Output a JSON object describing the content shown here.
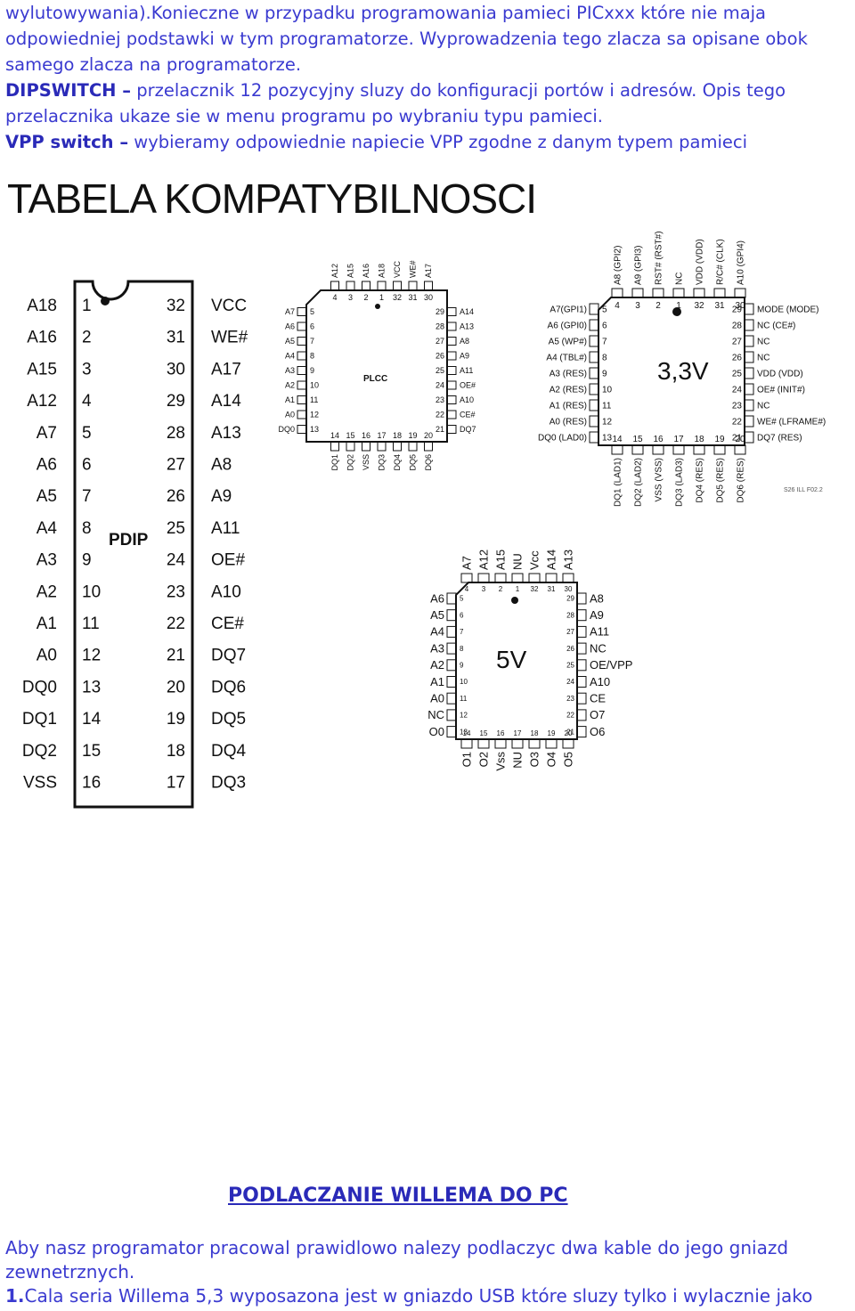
{
  "intro": {
    "line1": "wylutowywania).Konieczne w przypadku programowania pamieci PICxxx które nie maja odpowiedniej podstawki w tym programatorze. Wyprowadzenia tego zlacza sa opisane obok samego zlacza na programatorze.",
    "dipswitch_term": "DIPSWITCH –",
    "dipswitch_text": " przelacznik 12 pozycyjny sluzy do konfiguracji portów i adresów. Opis tego przelacznika ukaze sie w menu programu po wybraniu typu pamieci.",
    "vpp_term": "VPP switch –",
    "vpp_text": " wybieramy odpowiednie napiecie VPP zgodne z danym typem pamieci"
  },
  "table_title": "TABELA KOMPATYBILNOSCI",
  "pdip": {
    "label": "PDIP",
    "left_pins": [
      {
        "sig": "A18",
        "num": "1"
      },
      {
        "sig": "A16",
        "num": "2"
      },
      {
        "sig": "A15",
        "num": "3"
      },
      {
        "sig": "A12",
        "num": "4"
      },
      {
        "sig": "A7",
        "num": "5"
      },
      {
        "sig": "A6",
        "num": "6"
      },
      {
        "sig": "A5",
        "num": "7"
      },
      {
        "sig": "A4",
        "num": "8"
      },
      {
        "sig": "A3",
        "num": "9"
      },
      {
        "sig": "A2",
        "num": "10"
      },
      {
        "sig": "A1",
        "num": "11"
      },
      {
        "sig": "A0",
        "num": "12"
      },
      {
        "sig": "DQ0",
        "num": "13"
      },
      {
        "sig": "DQ1",
        "num": "14"
      },
      {
        "sig": "DQ2",
        "num": "15"
      },
      {
        "sig": "VSS",
        "num": "16"
      }
    ],
    "right_pins": [
      {
        "sig": "VCC",
        "num": "32"
      },
      {
        "sig": "WE#",
        "num": "31"
      },
      {
        "sig": "A17",
        "num": "30"
      },
      {
        "sig": "A14",
        "num": "29"
      },
      {
        "sig": "A13",
        "num": "28"
      },
      {
        "sig": "A8",
        "num": "27"
      },
      {
        "sig": "A9",
        "num": "26"
      },
      {
        "sig": "A11",
        "num": "25"
      },
      {
        "sig": "OE#",
        "num": "24"
      },
      {
        "sig": "A10",
        "num": "23"
      },
      {
        "sig": "CE#",
        "num": "22"
      },
      {
        "sig": "DQ7",
        "num": "21"
      },
      {
        "sig": "DQ6",
        "num": "20"
      },
      {
        "sig": "DQ5",
        "num": "19"
      },
      {
        "sig": "DQ4",
        "num": "18"
      },
      {
        "sig": "DQ3",
        "num": "17"
      }
    ]
  },
  "plcc": {
    "label": "PLCC",
    "top_sigs": [
      "A12",
      "A15",
      "A16",
      "A18",
      "VCC",
      "WE#",
      "A17"
    ],
    "top_nums": [
      "4",
      "3",
      "2",
      "1",
      "32",
      "31",
      "30"
    ],
    "left_sigs": [
      "A7",
      "A6",
      "A5",
      "A4",
      "A3",
      "A2",
      "A1",
      "A0",
      "DQ0"
    ],
    "left_nums": [
      "5",
      "6",
      "7",
      "8",
      "9",
      "10",
      "11",
      "12",
      "13"
    ],
    "right_nums": [
      "29",
      "28",
      "27",
      "26",
      "25",
      "24",
      "23",
      "22",
      "21"
    ],
    "right_sigs": [
      "A14",
      "A13",
      "A8",
      "A9",
      "A11",
      "OE#",
      "A10",
      "CE#",
      "DQ7"
    ],
    "bottom_nums": [
      "14",
      "15",
      "16",
      "17",
      "18",
      "19",
      "20"
    ],
    "bottom_sigs": [
      "DQ1",
      "DQ2",
      "VSS",
      "DQ3",
      "DQ4",
      "DQ5",
      "DQ6"
    ]
  },
  "lpc": {
    "voltage": "3,3V",
    "top_sigs": [
      "A8 (GPI2)",
      "A9 (GPI3)",
      "RST# (RST#)",
      "NC",
      "VDD (VDD)",
      "R/C# (CLK)",
      "A10 (GPI4)"
    ],
    "top_nums": [
      "4",
      "3",
      "2",
      "1",
      "32",
      "31",
      "30"
    ],
    "left_sigs": [
      "A7(GPI1)",
      "A6 (GPI0)",
      "A5 (WP#)",
      "A4 (TBL#)",
      "A3 (RES)",
      "A2 (RES)",
      "A1 (RES)",
      "A0 (RES)",
      "DQ0 (LAD0)"
    ],
    "left_nums": [
      "5",
      "6",
      "7",
      "8",
      "9",
      "10",
      "11",
      "12",
      "13"
    ],
    "right_nums": [
      "29",
      "28",
      "27",
      "26",
      "25",
      "24",
      "23",
      "22",
      "21"
    ],
    "right_sigs": [
      "MODE (MODE)",
      "NC (CE#)",
      "NC",
      "NC",
      "VDD (VDD)",
      "OE# (INIT#)",
      "NC",
      "WE# (LFRAME#)",
      "DQ7 (RES)"
    ],
    "bottom_nums": [
      "14",
      "15",
      "16",
      "17",
      "18",
      "19",
      "20"
    ],
    "bottom_sigs": [
      "DQ1 (LAD1)",
      "DQ2 (LAD2)",
      "VSS (VSS)",
      "DQ3 (LAD3)",
      "DQ4 (RES)",
      "DQ5 (RES)",
      "DQ6 (RES)"
    ],
    "ref": "S26 ILL F02.2"
  },
  "plcc5v": {
    "voltage": "5V",
    "top_sigs": [
      "A7",
      "A12",
      "A15",
      "NU",
      "Vcc",
      "A14",
      "A13"
    ],
    "top_nums": [
      "4",
      "3",
      "2",
      "1",
      "32",
      "31",
      "30"
    ],
    "left_sigs": [
      "A6",
      "A5",
      "A4",
      "A3",
      "A2",
      "A1",
      "A0",
      "NC",
      "O0"
    ],
    "left_nums": [
      "5",
      "6",
      "7",
      "8",
      "9",
      "10",
      "11",
      "12",
      "13"
    ],
    "right_nums": [
      "29",
      "28",
      "27",
      "26",
      "25",
      "24",
      "23",
      "22",
      "21"
    ],
    "right_sigs": [
      "A8",
      "A9",
      "A11",
      "NC",
      "OE/VPP",
      "A10",
      "CE",
      "O7",
      "O6"
    ],
    "bottom_nums": [
      "14",
      "15",
      "16",
      "17",
      "18",
      "19",
      "20"
    ],
    "bottom_sigs": [
      "O1",
      "O2",
      "Vss",
      "NU",
      "O3",
      "O4",
      "O5"
    ]
  },
  "section_title": "PODLACZANIE WILLEMA DO PC",
  "footer": {
    "para1": "Aby nasz programator pracowal prawidlowo nalezy podlaczyc dwa kable do jego gniazd zewnetrznych.",
    "item_num": "1.",
    "item_text": "Cala seria Willema 5,3 wyposazona jest w gniazdo USB które sluzy tylko i wylacznie jako"
  }
}
